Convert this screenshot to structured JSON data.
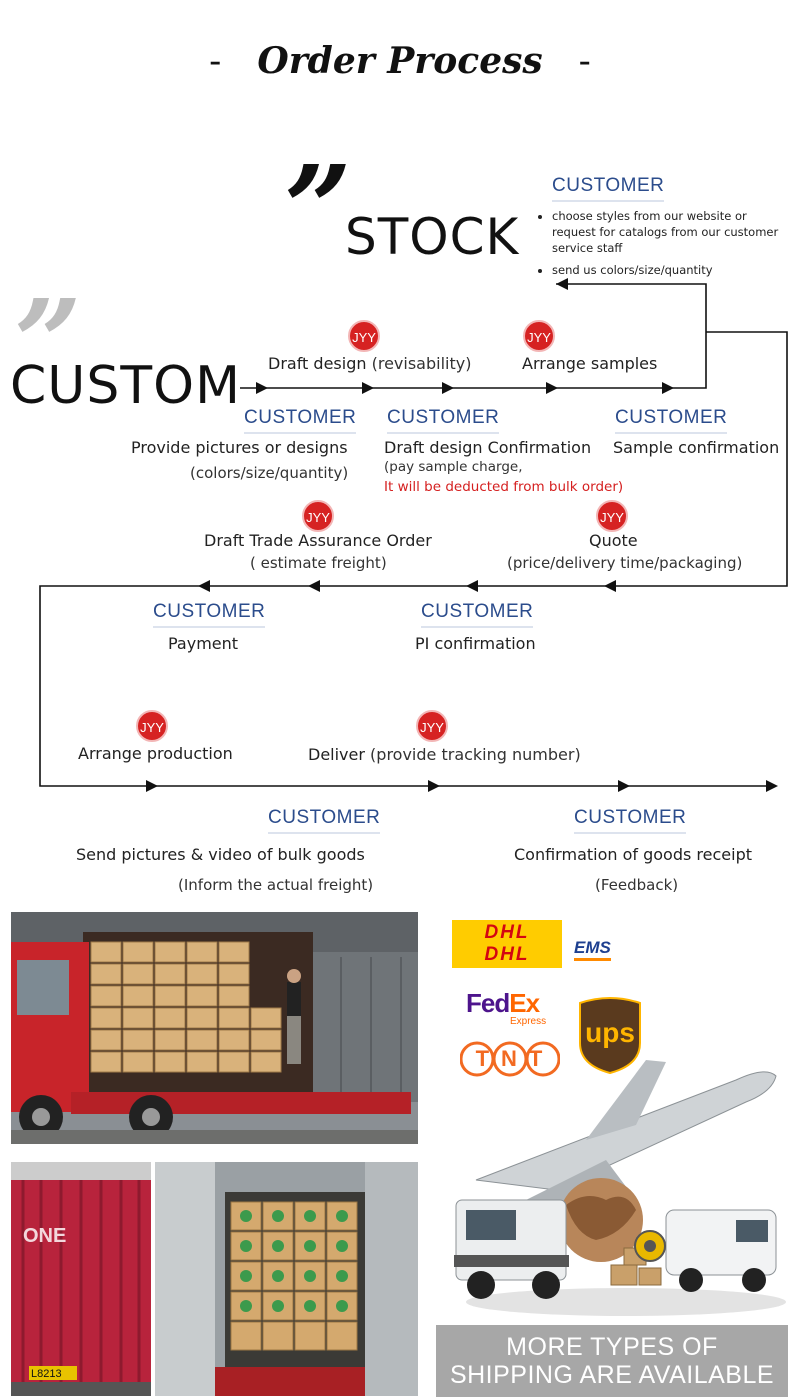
{
  "title": "Order Process",
  "title_dash": "-",
  "quote_mark": "”",
  "jyy": "JYY",
  "customer_label": "CUSTOMER",
  "stock": {
    "label": "STOCK",
    "bullets": [
      "choose styles from our website or request for catalogs from our customer service staff",
      "send us colors/size/quantity"
    ]
  },
  "custom": {
    "label": "CUSTOM",
    "row1": {
      "draft_design": "Draft design",
      "draft_design_note": "(revisability)",
      "arrange_samples": "Arrange samples",
      "provide_pictures": "Provide pictures or designs",
      "provide_pictures_note": "(colors/size/quantity)",
      "draft_confirmation": "Draft design Confirmation",
      "pay_sample": "(pay sample charge,",
      "deducted": "It will be deducted from bulk order)",
      "sample_confirmation": "Sample confirmation"
    },
    "row2": {
      "draft_trade": "Draft Trade Assurance Order",
      "estimate": "( estimate freight)",
      "quote": "Quote",
      "quote_note": "(price/delivery time/packaging)",
      "payment": "Payment",
      "pi_confirmation": "PI confirmation"
    },
    "row3": {
      "arrange_production": "Arrange production",
      "deliver": "Deliver",
      "deliver_note": "(provide tracking number)",
      "send_pictures": "Send pictures & video of bulk goods",
      "send_pictures_note": "(Inform the actual freight)",
      "confirmation_receipt": "Confirmation of goods receipt",
      "feedback": "(Feedback)"
    }
  },
  "logos": {
    "dhl": "DHL",
    "ems": "EMS",
    "fedex_fed": "Fed",
    "fedex_ex": "Ex",
    "fedex_express": "Express",
    "tnt": "TNT",
    "ups": "ups"
  },
  "truck_plate": "L8213",
  "container_text": "ONE",
  "banner": {
    "line1": "MORE TYPES OF",
    "line2": "SHIPPING ARE AVAILABLE"
  },
  "colors": {
    "customer_blue": "#2b4c8c",
    "badge_red": "#d62222",
    "note_red": "#d52020",
    "dhl_yellow": "#ffcc00",
    "dhl_red": "#d40511",
    "fedex_purple": "#4d148c",
    "fedex_orange": "#ff6600",
    "tnt_orange": "#f26a21",
    "ups_brown": "#5a3a1e",
    "ups_gold": "#ffb500"
  }
}
